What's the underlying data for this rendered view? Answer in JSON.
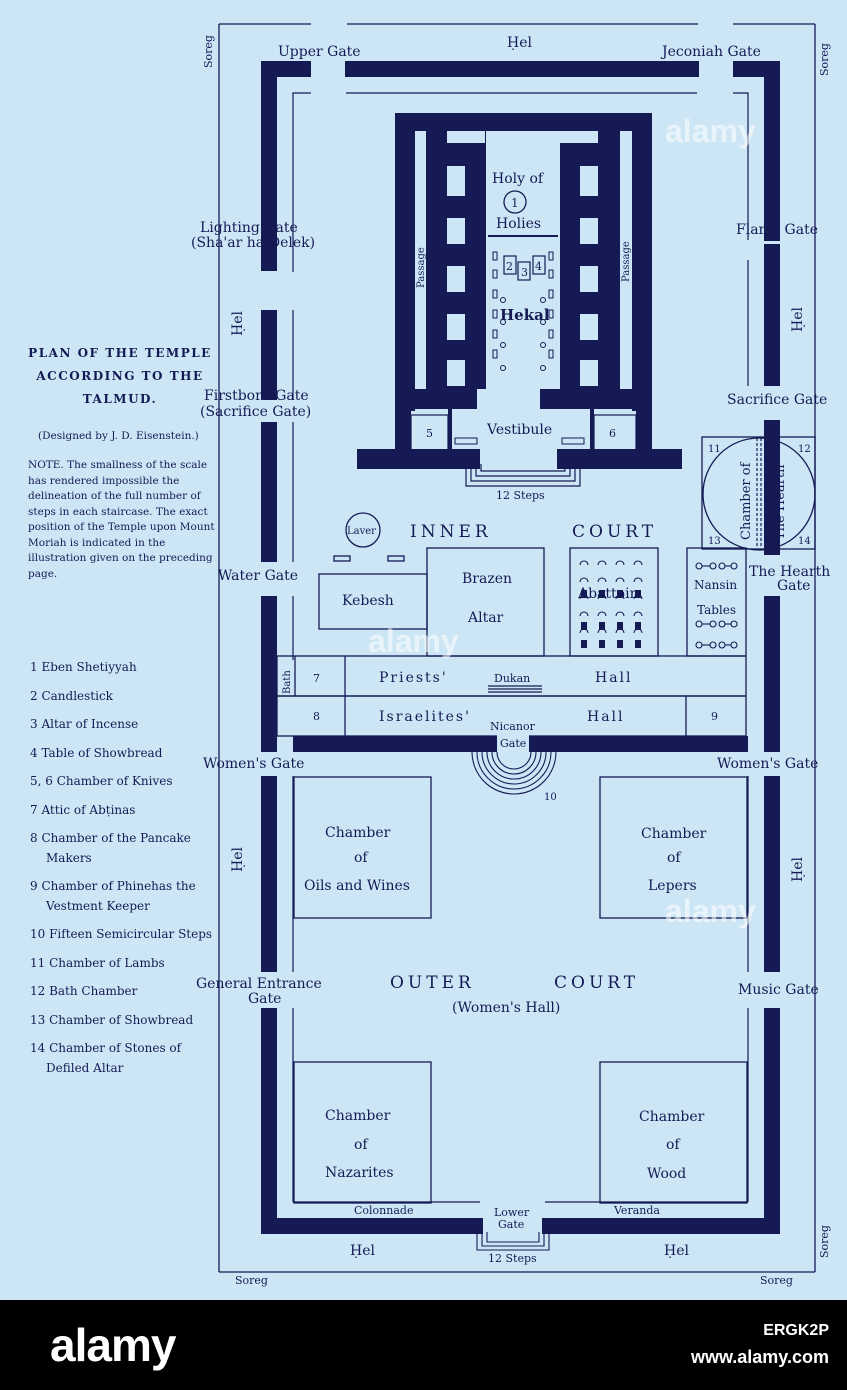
{
  "title_lines": [
    "PLAN OF THE TEMPLE",
    "ACCORDING TO THE",
    "TALMUD."
  ],
  "credit": "(Designed by J. D. Eisenstein.)",
  "note": "NOTE. The smallness of the scale has rendered impossible the delineation of the full number of steps in each staircase. The exact position of the Temple upon Mount Moriah is indicated in the illustration given on the preceding page.",
  "legend": [
    "1 Eben Shetiyyah",
    "2 Candlestick",
    "3 Altar of Incense",
    "4 Table of Showbread",
    "5, 6 Chamber of Knives",
    "7 Attic of Abṭinas",
    "8 Chamber of the Pancake Makers",
    "9 Chamber of Phinehas the Vestment Keeper",
    "10 Fifteen Semicircular Steps",
    "11 Chamber of Lambs",
    "12 Bath Chamber",
    "13 Chamber of Showbread",
    "14 Chamber of Stones of Defiled Altar"
  ],
  "labels": {
    "soreg": "Soreg",
    "hel": "Ḥel",
    "upper_gate": "Upper Gate",
    "jeconiah_gate": "Jeconiah Gate",
    "lighting_gate": "Lighting Gate",
    "lighting_gate_heb": "(Sha'ar ha-Delek)",
    "flame_gate": "Flame Gate",
    "firstborn_gate": "Firstborn Gate",
    "firstborn_gate_alt": "(Sacrifice Gate)",
    "sacrifice_gate": "Sacrifice Gate",
    "water_gate": "Water Gate",
    "hearth_gate_1": "The Hearth",
    "hearth_gate_2": "Gate",
    "womens_gate": "Women's Gate",
    "general_entrance_1": "General Entrance",
    "general_entrance_2": "Gate",
    "music_gate": "Music Gate",
    "lower_gate_1": "Lower",
    "lower_gate_2": "Gate",
    "colonnade": "Colonnade",
    "veranda": "Veranda",
    "steps_12": "12 Steps",
    "holy_1": "Holy of",
    "holy_2": "Holies",
    "hekal": "Hekal",
    "passage": "Passage",
    "vestibule": "Vestibule",
    "chamber_of": "Chamber of",
    "the_hearth": "The Hearth",
    "inner": "INNER",
    "court": "COURT",
    "laver": "Laver",
    "kebesh": "Kebesh",
    "brazen": "Brazen",
    "altar": "Altar",
    "abattoir": "Abattoir",
    "nansin": "Nansin",
    "tables": "Tables",
    "bath": "Bath",
    "priests": "Priests'",
    "dukan": "Dukan",
    "hall": "Hall",
    "israelites": "Israelites'",
    "nicanor_1": "Nicanor",
    "nicanor_2": "Gate",
    "outer": "OUTER",
    "womens_hall": "(Women's Hall)",
    "chamber": "Chamber",
    "of": "of",
    "oils": "Oils and Wines",
    "lepers": "Lepers",
    "nazarites": "Nazarites",
    "wood": "Wood",
    "n1": "1",
    "n2": "2",
    "n3": "3",
    "n4": "4",
    "n5": "5",
    "n6": "6",
    "n7": "7",
    "n8": "8",
    "n9": "9",
    "n10": "10",
    "n11": "11",
    "n12": "12",
    "n13": "13",
    "n14": "14"
  },
  "watermark": "alamy",
  "footer": {
    "brand": "alamy",
    "image_code": "ERGK2P",
    "site": "www.alamy.com"
  },
  "colors": {
    "paper": "#cde6f5",
    "ink": "#151a55",
    "footer": "#000000"
  }
}
